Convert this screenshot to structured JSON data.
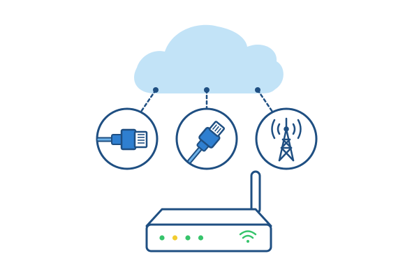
{
  "scene": "internet-connection-diagram",
  "colors": {
    "outline": "#1f4f82",
    "cloud_fill": "#c2e3f7",
    "cable_blue": "#2f7fd0",
    "cable_light": "#6fb3ea",
    "router_fill": "#ffffff",
    "led_green": "#36c46b",
    "led_yellow": "#f2cc2f",
    "wifi_green": "#36c46b"
  },
  "cloud": {
    "icon": "cloud-icon",
    "connection_points": 3
  },
  "connections": [
    {
      "icon": "ethernet-cable-icon",
      "meaning": "wired"
    },
    {
      "icon": "usb-cable-icon",
      "meaning": "wired"
    },
    {
      "icon": "cell-tower-icon",
      "meaning": "wireless"
    }
  ],
  "router": {
    "icon": "router-icon",
    "leds": [
      "green",
      "yellow",
      "green",
      "green"
    ],
    "wifi_icon": "wifi-icon"
  }
}
